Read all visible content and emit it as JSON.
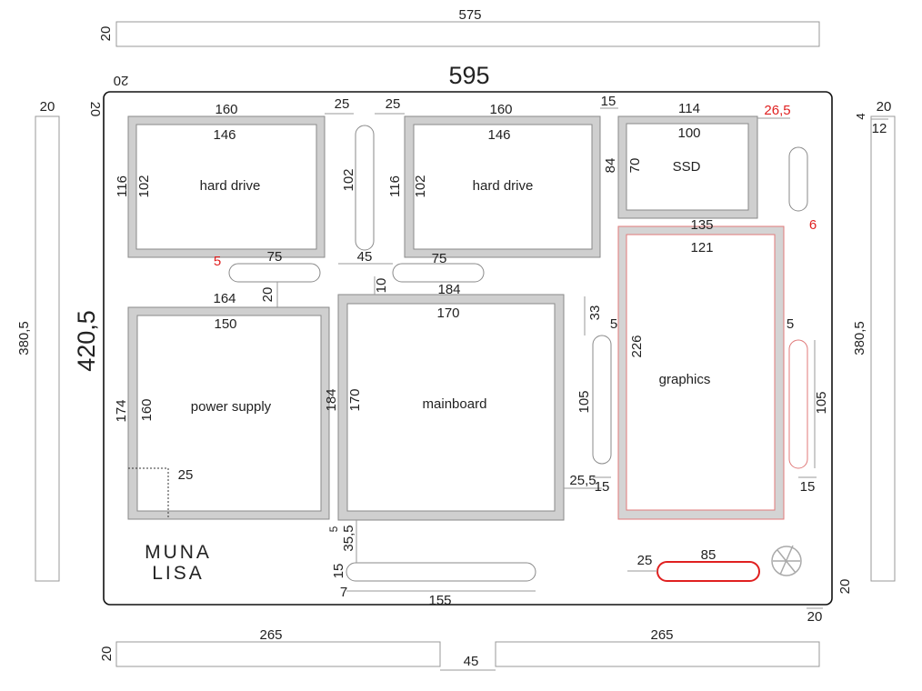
{
  "board": {
    "width_label": "595",
    "height_label": "420,5"
  },
  "top_strip": {
    "length": "575",
    "width": "20"
  },
  "left_strip": {
    "length": "380,5",
    "width": "20"
  },
  "right_strip": {
    "length": "380,5",
    "width": "20",
    "offset_a": "4",
    "offset_b": "12"
  },
  "bottom_strips": {
    "left_length": "265",
    "right_length": "265",
    "width": "20",
    "gap": "45"
  },
  "corner_labels": {
    "top_left_a": "20",
    "top_left_b": "20",
    "bottom_right_a": "20",
    "bottom_right_b": "20"
  },
  "hard_drive_1": {
    "label": "hard drive",
    "outer_w": "160",
    "inner_w": "146",
    "outer_h": "116",
    "inner_h": "102",
    "gap_right": "25"
  },
  "hard_drive_2": {
    "label": "hard drive",
    "outer_w": "160",
    "inner_w": "146",
    "outer_h": "116",
    "inner_h": "102",
    "gap_left": "25"
  },
  "ssd": {
    "label": "SSD",
    "outer_w": "114",
    "inner_w": "100",
    "outer_h": "84",
    "inner_h": "70",
    "gap_left": "15"
  },
  "ssd_margin_red": "26,5",
  "graphics_gap_red": "6",
  "power_supply": {
    "label": "power supply",
    "outer_w": "164",
    "inner_w": "150",
    "outer_h": "174",
    "inner_h": "160",
    "corner": "25"
  },
  "mainboard": {
    "label": "mainboard",
    "outer_w": "184",
    "inner_w": "170",
    "outer_h": "184",
    "inner_h": "170",
    "top_gap": "10",
    "side_gap": "25,5"
  },
  "graphics": {
    "label": "graphics",
    "outer_w": "135",
    "inner_w": "121",
    "inner_h": "226",
    "left_margin": "5",
    "right_margin": "5"
  },
  "slots": {
    "vertical_center_len": "102",
    "vertical_center_gap": "45",
    "horizontal_left_len": "75",
    "horizontal_left_red": "5",
    "horizontal_mid_len": "75",
    "psu_gap": "20",
    "vertical_mid_len": "105",
    "vertical_mid_top": "33",
    "vertical_mid_width": "15",
    "vertical_right_len": "105",
    "vertical_right_width": "15",
    "bottom_long_len": "155",
    "bottom_long_h": "15",
    "bottom_long_offset": "7",
    "bottom_long_gap": "35,5",
    "bottom_long_small": "5",
    "red_slot_len": "85",
    "red_slot_gap": "25"
  },
  "logo": {
    "text_line1": "MUNA",
    "text_line2": "LISA"
  }
}
